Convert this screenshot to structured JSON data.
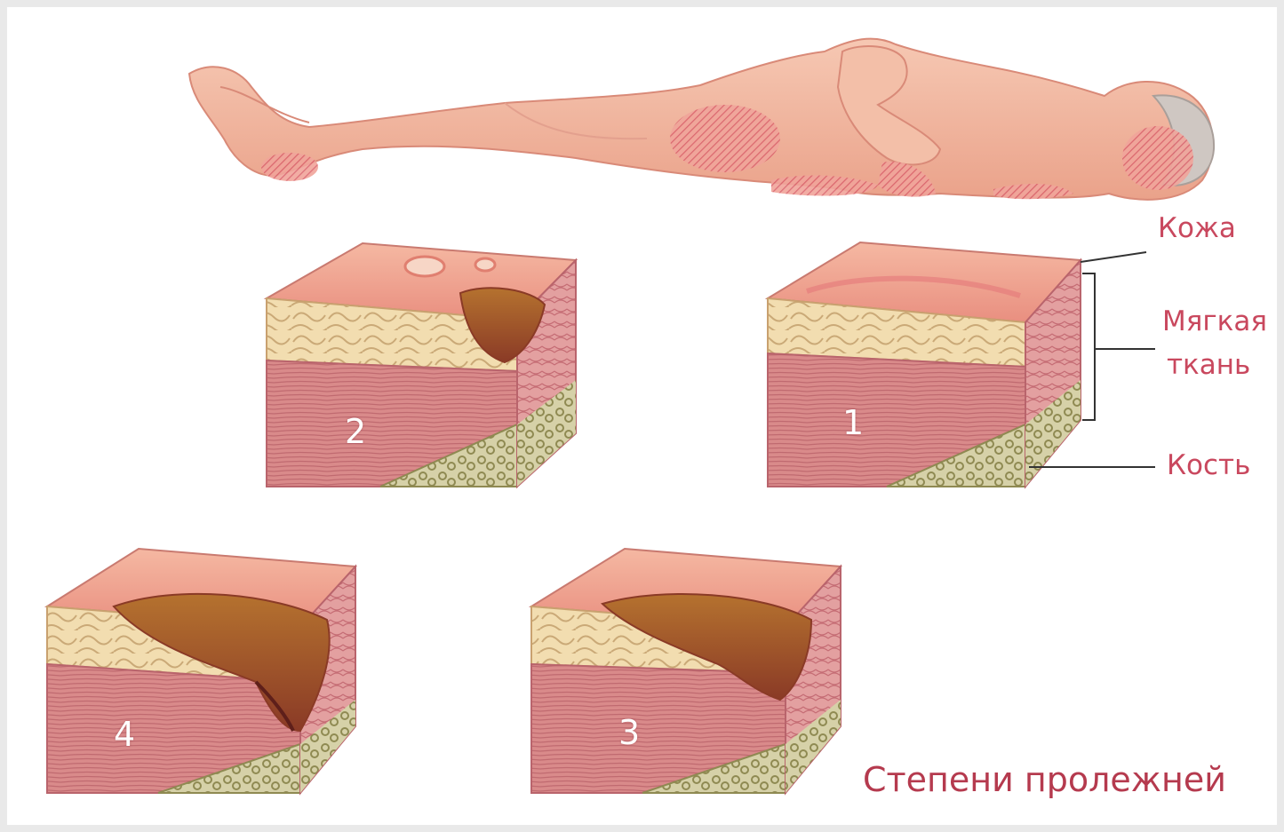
{
  "labels": {
    "skin": "Кожа",
    "soft_tissue_line1": "Мягкая",
    "soft_tissue_line2": "ткань",
    "bone": "Кость"
  },
  "stages": [
    {
      "number": "1"
    },
    {
      "number": "2"
    },
    {
      "number": "3"
    },
    {
      "number": "4"
    }
  ],
  "title": "Степени пролежней",
  "colors": {
    "label": "#c9485e",
    "skin": "#f1b39a",
    "pressure_zone": "#d9606a",
    "fat": "#f1dcae",
    "muscle": "#d98c8c",
    "bone": "#c9c49a"
  }
}
